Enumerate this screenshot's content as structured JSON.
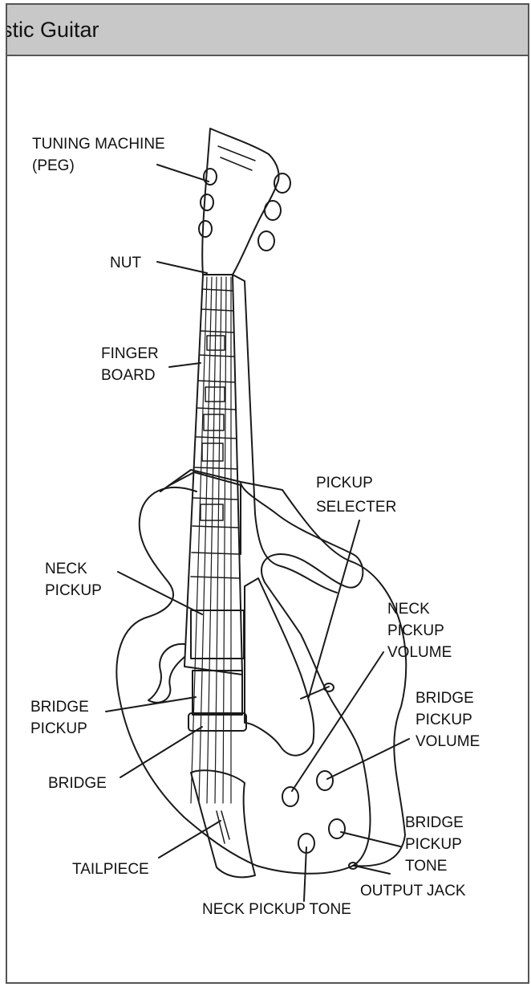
{
  "page": {
    "title": "ustic Guitar"
  },
  "labels": {
    "tuning_machine_1": "TUNING MACHINE",
    "tuning_machine_2": "(PEG)",
    "nut": "NUT",
    "finger_board_1": "FINGER",
    "finger_board_2": "BOARD",
    "pickup_selecter_1": "PICKUP",
    "pickup_selecter_2": "SELECTER",
    "neck_pickup_1": "NECK",
    "neck_pickup_2": "PICKUP",
    "neck_pickup_volume_1": "NECK",
    "neck_pickup_volume_2": "PICKUP",
    "neck_pickup_volume_3": "VOLUME",
    "bridge_pickup_1": "BRIDGE",
    "bridge_pickup_2": "PICKUP",
    "bridge_pickup_volume_1": "BRIDGE",
    "bridge_pickup_volume_2": "PICKUP",
    "bridge_pickup_volume_3": "VOLUME",
    "bridge": "BRIDGE",
    "bridge_pickup_tone_1": "BRIDGE",
    "bridge_pickup_tone_2": "PICKUP",
    "bridge_pickup_tone_3": "TONE",
    "tailpiece": "TAILPIECE",
    "output_jack": "OUTPUT JACK",
    "neck_pickup_tone": "NECK PICKUP TONE"
  }
}
